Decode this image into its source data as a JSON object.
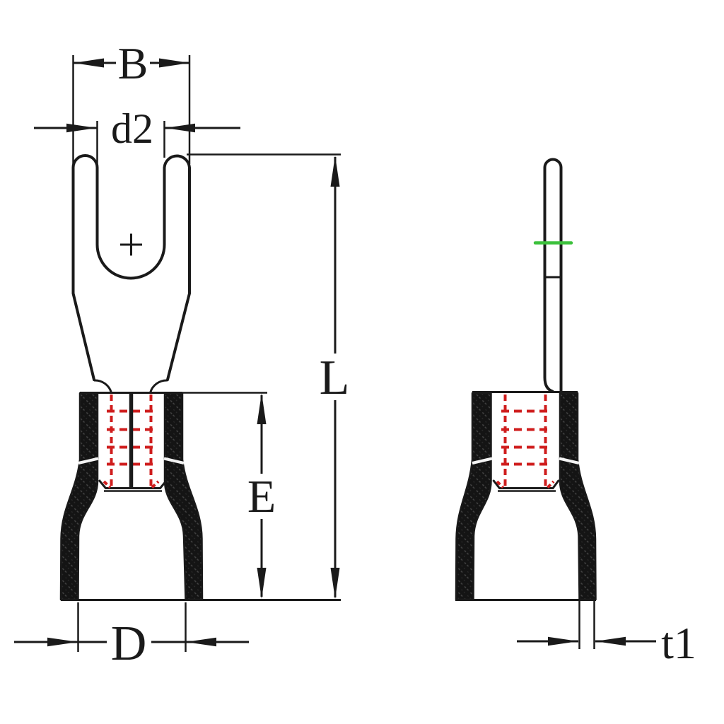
{
  "drawing": {
    "description_labels": {
      "b": "B",
      "d2": "d2",
      "l": "L",
      "e": "E",
      "d": "D",
      "t1": "t1"
    },
    "colors": {
      "line": "#1a1a1a",
      "hidden_red": "#cf1d1d",
      "mark_green": "#3cc13c",
      "background": "#ffffff"
    }
  }
}
